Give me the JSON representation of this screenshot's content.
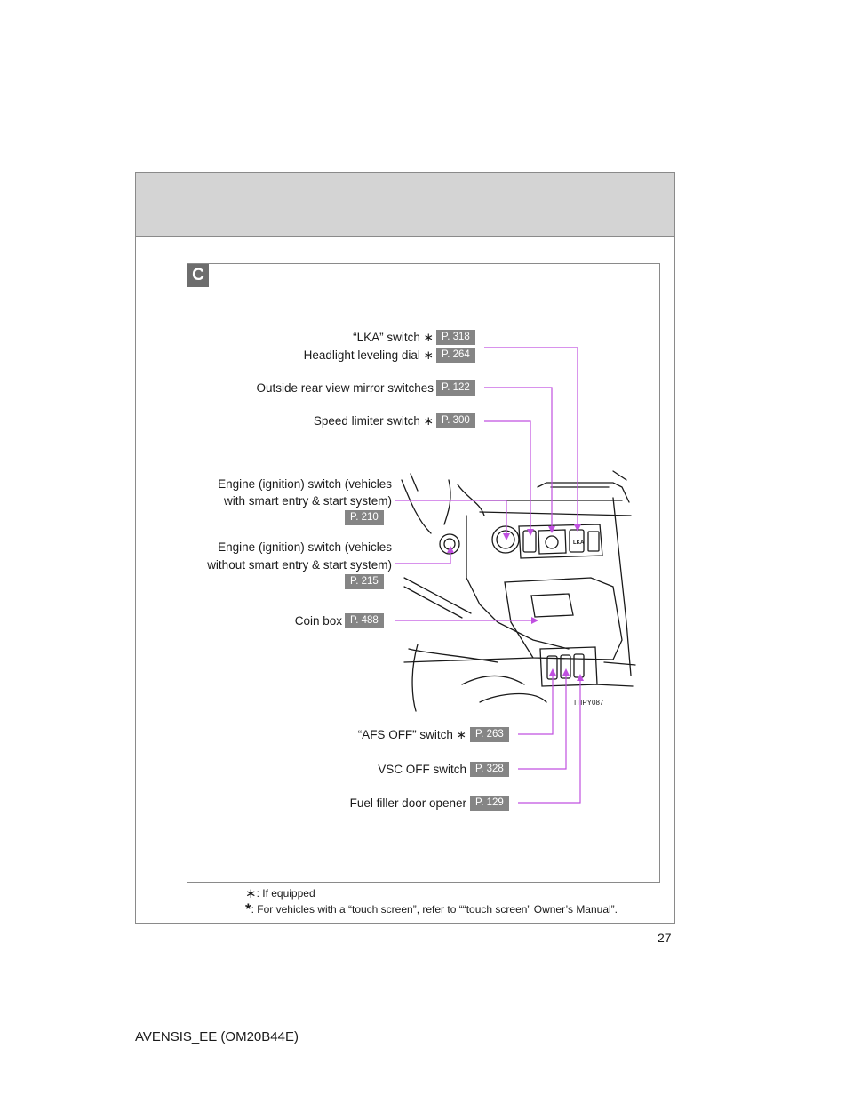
{
  "section": {
    "letter": "C"
  },
  "callouts": {
    "lka": {
      "label": "“LKA” switch ∗",
      "page": "P. 318"
    },
    "headlight": {
      "label": "Headlight leveling dial ∗",
      "page": "P. 264"
    },
    "mirror": {
      "label": "Outside rear view mirror switches",
      "page": "P. 122"
    },
    "speed": {
      "label": "Speed limiter switch ∗",
      "page": "P. 300"
    },
    "engine_smart": {
      "line1": "Engine (ignition) switch (vehicles",
      "line2": "with smart entry & start system)",
      "page": "P. 210"
    },
    "engine_nosmart": {
      "line1": "Engine (ignition) switch (vehicles",
      "line2": "without smart entry & start system)",
      "page": "P. 215"
    },
    "coin": {
      "label": "Coin box",
      "page": "P. 488"
    },
    "afs": {
      "label": "“AFS OFF” switch ∗",
      "page": "P. 263"
    },
    "vsc": {
      "label": "VSC OFF switch",
      "page": "P. 328"
    },
    "fuel": {
      "label": "Fuel filler door opener",
      "page": "P. 129"
    }
  },
  "illustration": {
    "code": "ITIPY087",
    "button_text": "LKA"
  },
  "footnotes": {
    "if_equipped": ": If equipped",
    "touch_screen": ": For vehicles with a “touch screen”, refer to ““touch screen” Owner’s Manual”."
  },
  "page_number": "27",
  "document_code": "AVENSIS_EE (OM20B44E)",
  "colors": {
    "leader_line": "#c050e0",
    "badge_bg": "#858585",
    "header_band": "#d4d4d4"
  }
}
